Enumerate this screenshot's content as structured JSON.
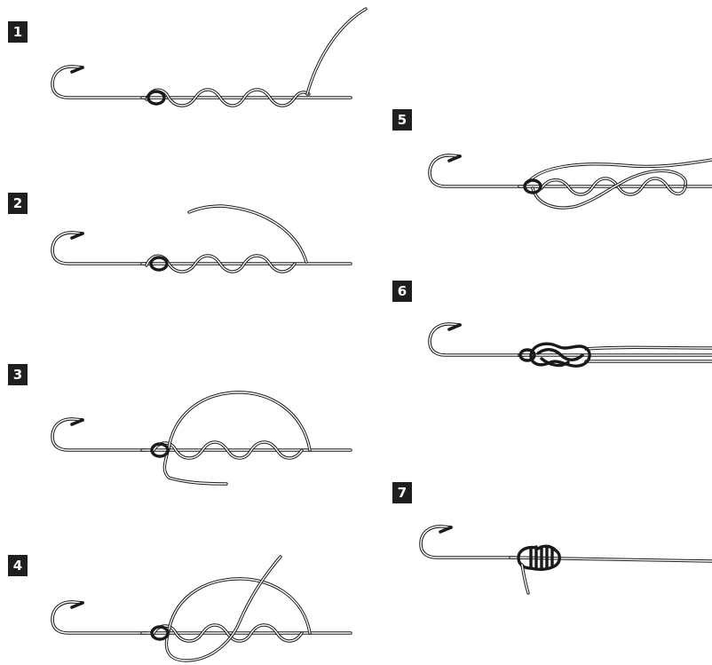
{
  "steps": [
    {
      "label": "1"
    },
    {
      "label": "2"
    },
    {
      "label": "3"
    },
    {
      "label": "4"
    },
    {
      "label": "5"
    },
    {
      "label": "6"
    },
    {
      "label": "7"
    }
  ],
  "colors": {
    "ink": "#1a1a1a",
    "badge": "#1f1f1f",
    "background": "#ffffff"
  }
}
